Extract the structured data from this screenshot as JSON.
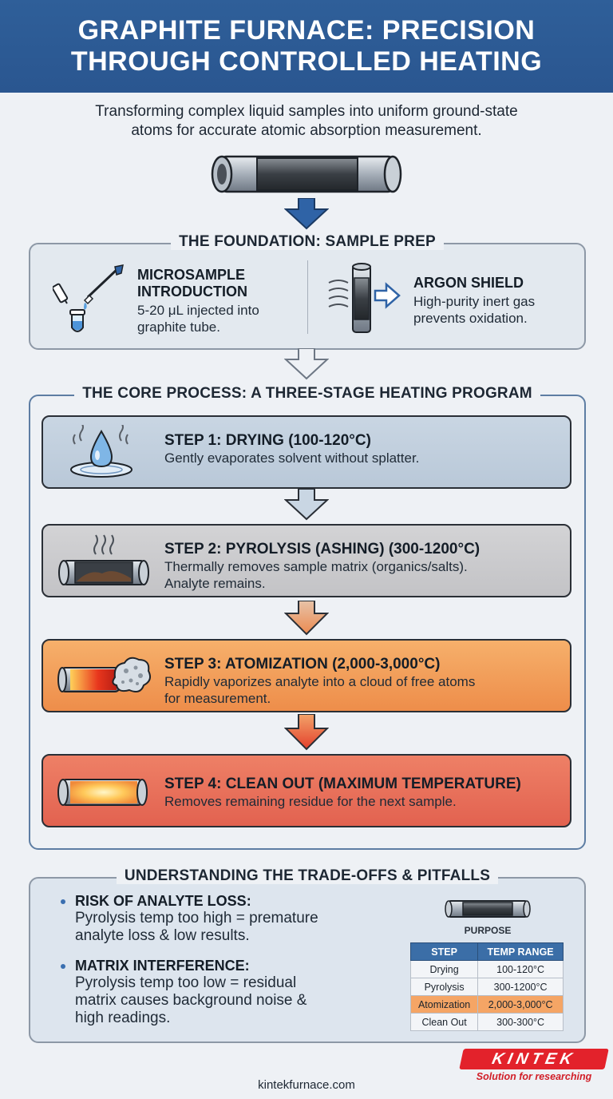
{
  "header": {
    "title_line1": "GRAPHITE FURNACE: PRECISION",
    "title_line2": "THROUGH CONTROLLED HEATING"
  },
  "subtitle_line1": "Transforming complex liquid samples into uniform ground-state",
  "subtitle_line2": "atoms for accurate atomic absorption measurement.",
  "foundation": {
    "title": "THE FOUNDATION: SAMPLE PREP",
    "items": [
      {
        "title_line1": "MICROSAMPLE",
        "title_line2": "INTRODUCTION",
        "desc_line1": "5-20 μL injected into",
        "desc_line2": "graphite tube.",
        "icon": "pipette-vial-icon"
      },
      {
        "title": "ARGON SHIELD",
        "desc_line1": "High-purity inert gas",
        "desc_line2": "prevents oxidation.",
        "icon": "gas-tube-icon"
      }
    ]
  },
  "core": {
    "title": "THE CORE PROCESS: A THREE-STAGE HEATING PROGRAM",
    "steps": [
      {
        "title": "STEP 1: DRYING (100-120°C)",
        "desc_line1": "Gently evaporates solvent without splatter.",
        "desc_line2": "",
        "icon": "water-drop-icon",
        "color": "#c3d1df"
      },
      {
        "title": "STEP 2: PYROLYSIS (ASHING) (300-1200°C)",
        "desc_line1": "Thermally removes sample matrix (organics/salts).",
        "desc_line2": "Analyte remains.",
        "icon": "smoking-tube-icon",
        "color": "#cdcdcf"
      },
      {
        "title": "STEP 3: ATOMIZATION (2,000-3,000°C)",
        "desc_line1": "Rapidly vaporizes analyte into a cloud of free atoms",
        "desc_line2": "for measurement.",
        "icon": "atom-cloud-tube-icon",
        "color": "#f29e5a"
      },
      {
        "title": "STEP 4: CLEAN OUT (MAXIMUM TEMPERATURE)",
        "desc_line1": "Removes remaining residue for the next sample.",
        "desc_line2": "",
        "icon": "glowing-tube-icon",
        "color": "#e8715b"
      }
    ]
  },
  "tradeoffs": {
    "title": "UNDERSTANDING THE TRADE-OFFS & PITFALLS",
    "bullets": [
      {
        "title": "RISK OF ANALYTE LOSS:",
        "line1": "Pyrolysis temp too high = premature",
        "line2": "analyte loss & low results.",
        "line3": ""
      },
      {
        "title": "MATRIX INTERFERENCE:",
        "line1": "Pyrolysis temp too low = residual",
        "line2": "matrix causes background noise &",
        "line3": "high readings."
      }
    ],
    "purpose_label": "PURPOSE",
    "table": {
      "headers": [
        "STEP",
        "TEMP RANGE"
      ],
      "rows": [
        [
          "Drying",
          "100-120°C"
        ],
        [
          "Pyrolysis",
          "300-1200°C"
        ],
        [
          "Atomization",
          "2,000-3,000°C"
        ],
        [
          "Clean Out",
          "300-300°C"
        ]
      ],
      "highlight_color": "#f5a565"
    }
  },
  "footer": {
    "url": "kintekfurnace.com",
    "logo_text": "KINTEK",
    "logo_tagline": "Solution for researching",
    "brand_color": "#e3222b"
  }
}
